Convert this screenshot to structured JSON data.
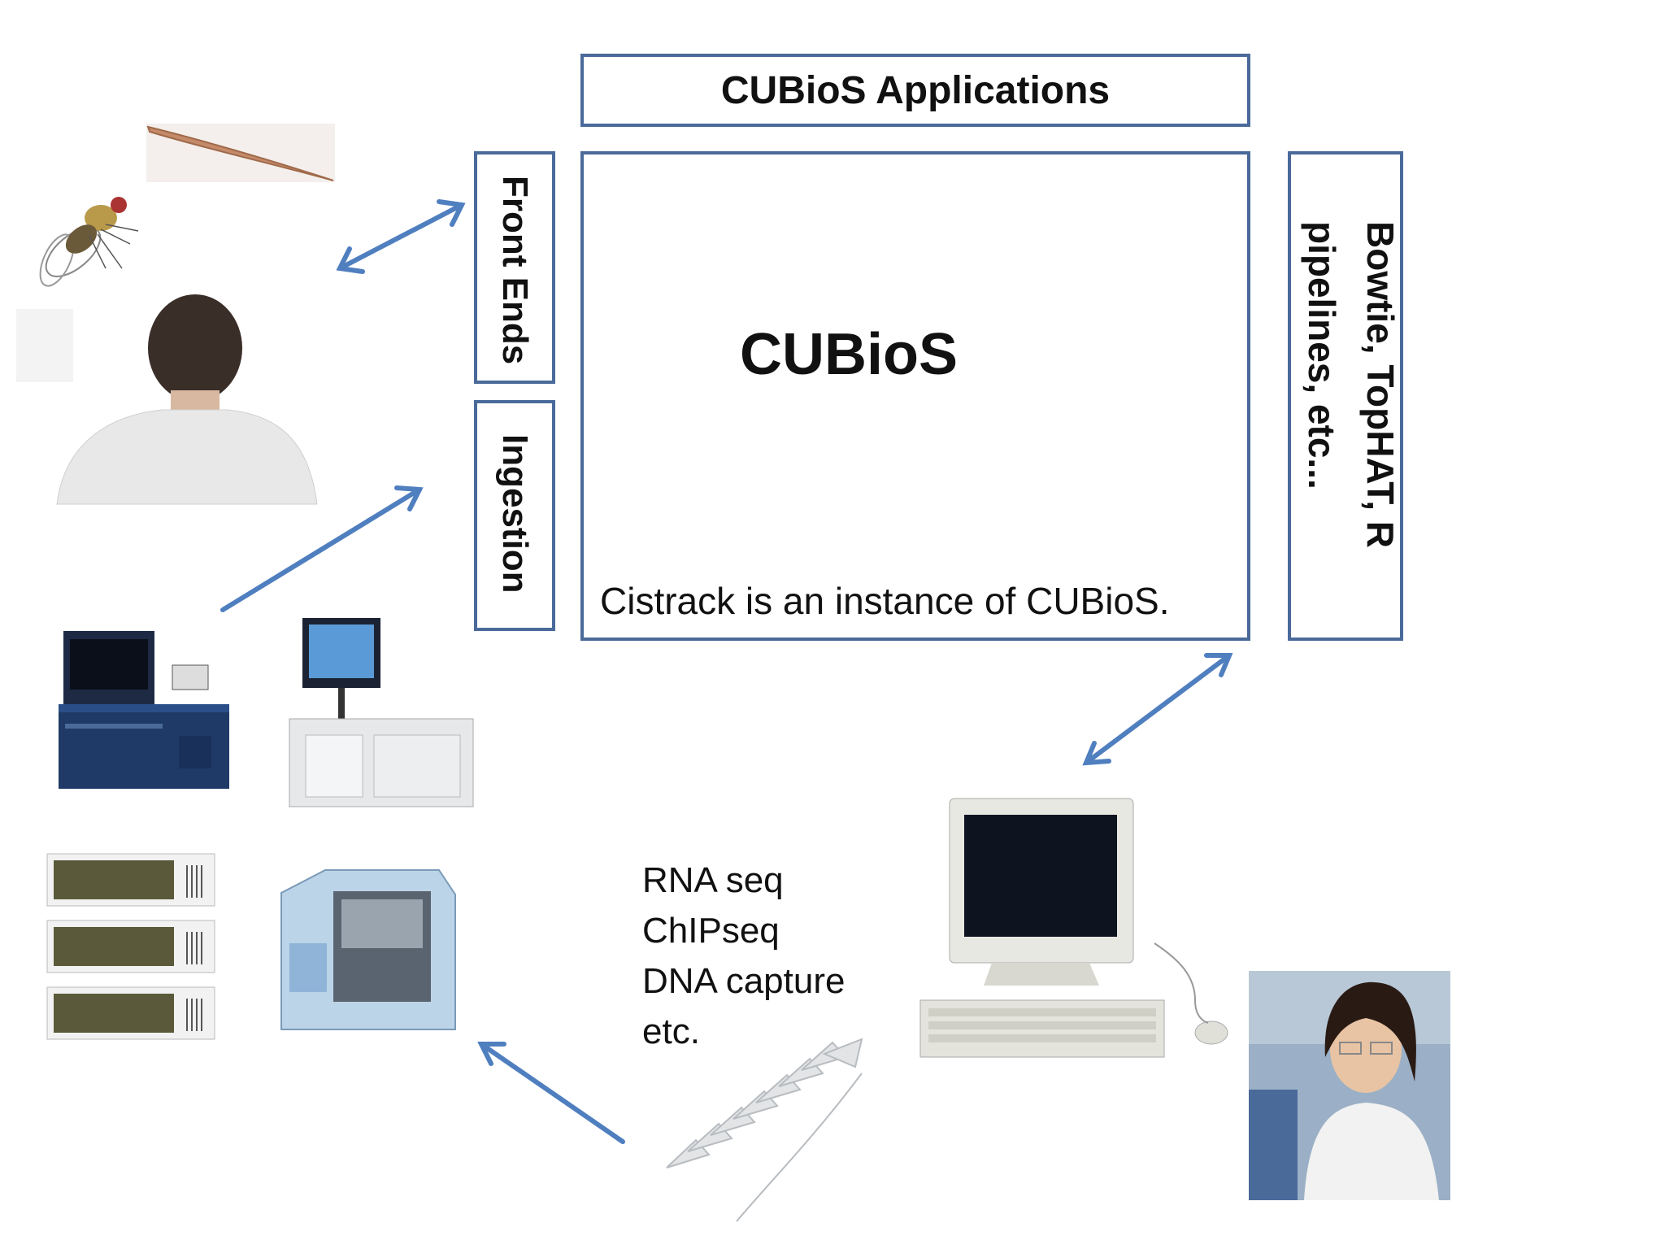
{
  "diagram": {
    "applications_label": "CUBioS Applications",
    "main_label": "CUBioS",
    "instance_label": "Cistrack is an instance of CUBioS.",
    "front_ends_label": "Front Ends",
    "ingestion_label": "Ingestion",
    "tools_label_line1": "Bowtie, TopHAT, R",
    "tools_label_line2": "pipelines, etc...",
    "seq_types": [
      "RNA seq",
      "ChIPseq",
      "DNA capture",
      "etc."
    ]
  },
  "colors": {
    "box_border": "#4a6a9a",
    "arrow": "#4f7fbf"
  },
  "images": [
    "worm-image",
    "fly-image",
    "man-back-image",
    "sequencer-image",
    "analyzer-image",
    "flowcell-image",
    "instrument-image",
    "tubes-image",
    "computer-image",
    "scientist-photo"
  ]
}
